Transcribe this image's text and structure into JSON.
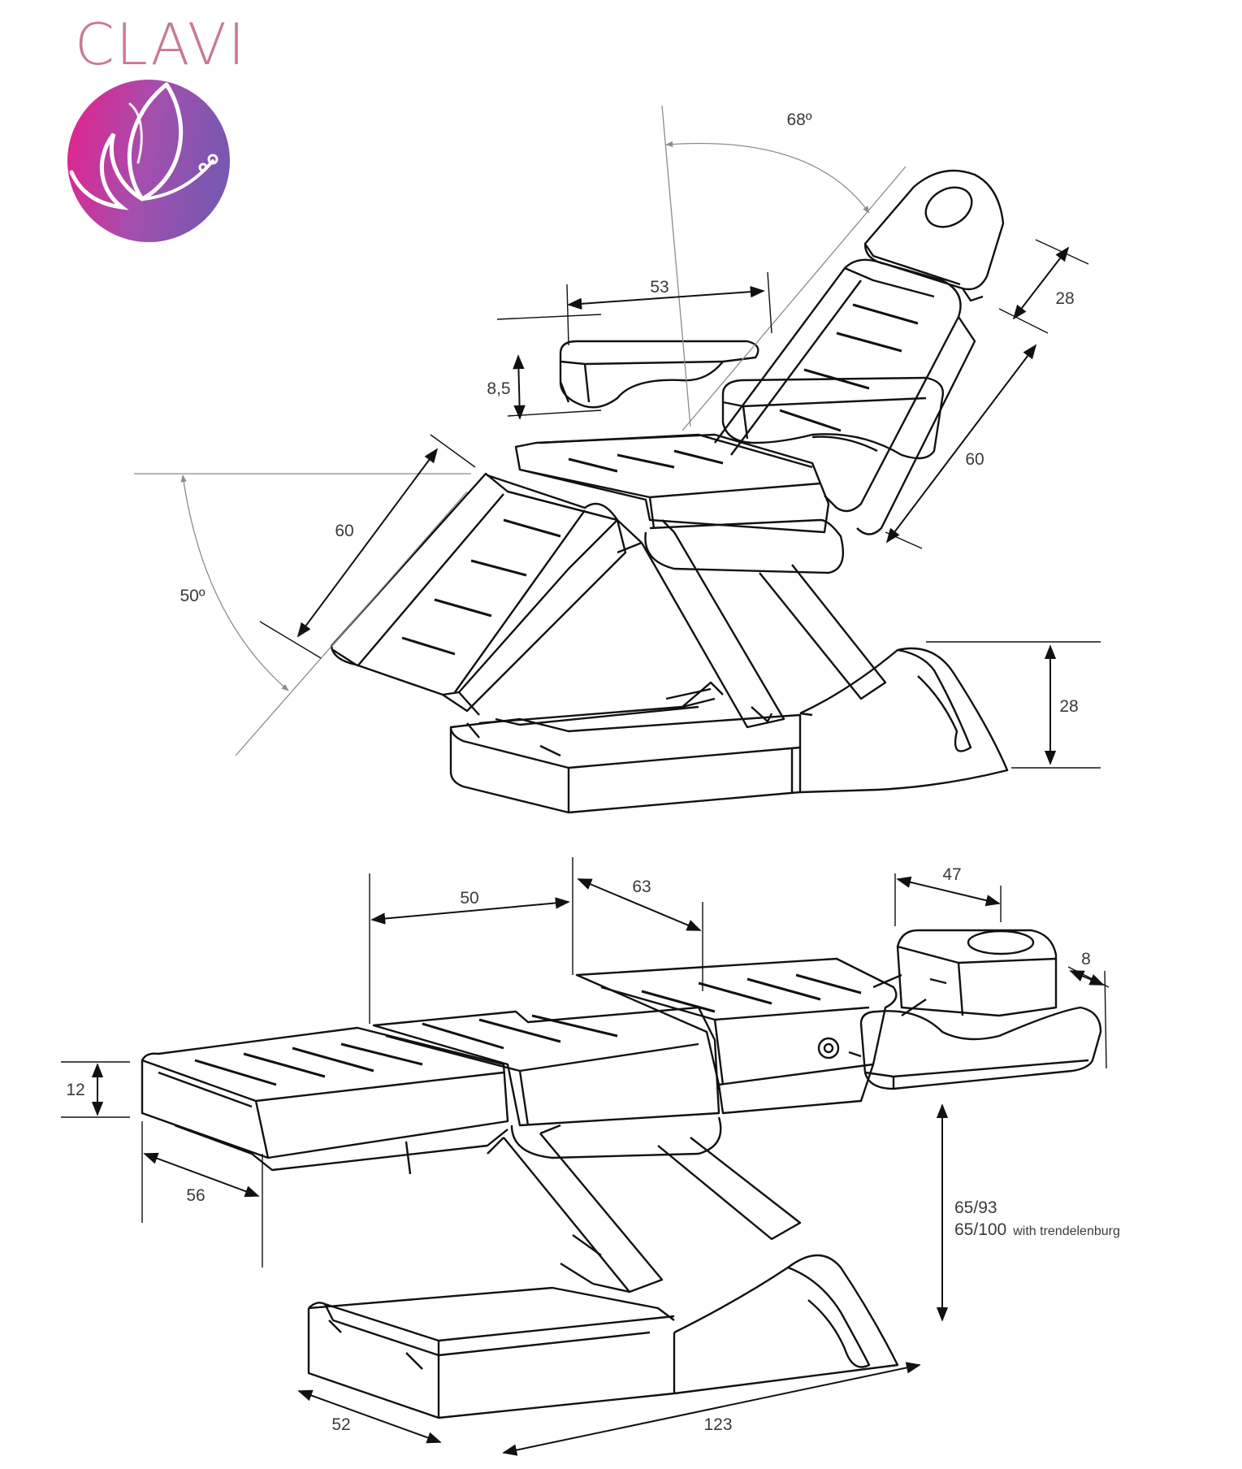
{
  "brand": {
    "name": "CLAVI",
    "name_color": "#c97a8e",
    "logo_gradient": [
      "#e6208c",
      "#a44fae",
      "#7a57b0"
    ],
    "logo_icon": "lotus-petal-logo"
  },
  "colors": {
    "line": "#111111",
    "guide": "#8c8c8c",
    "text": "#3a3a3a"
  },
  "top_view": {
    "backrest_angle": "68º",
    "legrest_angle": "50º",
    "armrest_span": "53",
    "armrest_height": "8,5",
    "headrest_length": "28",
    "backrest_length": "60",
    "legrest_length": "60",
    "base_height": "28"
  },
  "bottom_view": {
    "seat_length": "50",
    "backrest_length": "63",
    "headrest_length": "47",
    "headrest_thickness": "8",
    "cushion_thickness": "12",
    "width": "56",
    "base_width": "52",
    "total_length": "123",
    "height_range": "65/93",
    "height_range_trendelenburg": "65/100",
    "trendelenburg_note": "with trendelenburg"
  }
}
